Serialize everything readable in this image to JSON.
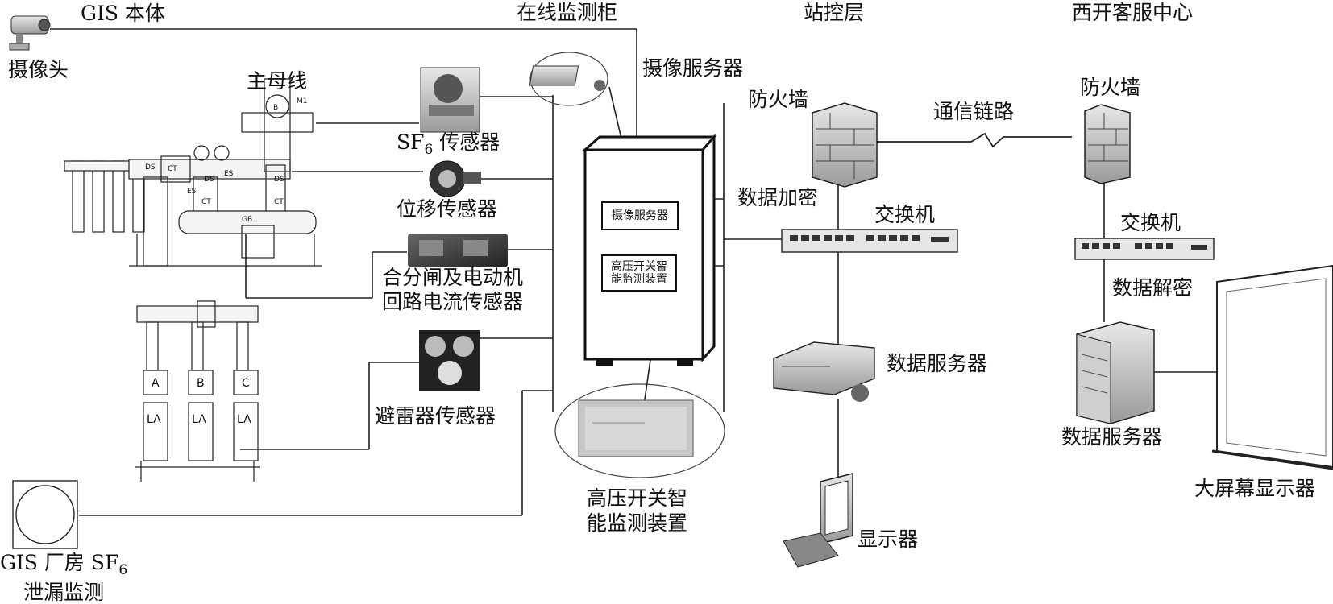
{
  "headers": {
    "gis_body": "GIS 本体",
    "online_cabinet": "在线监测柜",
    "station_control": "站控层",
    "xikai_center": "西开客服中心"
  },
  "labels": {
    "camera": "摄像头",
    "main_bus": "主母线",
    "sf6_sensor_prefix": "SF",
    "sf6_sensor_sub": "6",
    "sf6_sensor_suffix": " 传感器",
    "displacement_sensor": "位移传感器",
    "breaker_sensor_line1": "合分闸及电动机",
    "breaker_sensor_line2": "回路电流传感器",
    "arrester_sensor": "避雷器传感器",
    "gis_leak_line1_prefix": "GIS 厂房 SF",
    "gis_leak_line1_sub": "6",
    "gis_leak_line2": "泄漏监测",
    "camera_server_top": "摄像服务器",
    "camera_server_in_cabinet": "摄像服务器",
    "hv_device_in_cabinet_line1": "高压开关智",
    "hv_device_in_cabinet_line2": "能监测装置",
    "hv_device_bottom_line1": "高压开关智",
    "hv_device_bottom_line2": "能监测装置",
    "firewall_left": "防火墙",
    "firewall_right": "防火墙",
    "comm_link": "通信链路",
    "data_encrypt": "数据加密",
    "switch_left": "交换机",
    "switch_right": "交换机",
    "data_decrypt": "数据解密",
    "data_server_center": "数据服务器",
    "data_server_right": "数据服务器",
    "monitor": "显示器",
    "big_screen": "大屏幕显示器"
  },
  "equipment_marks": {
    "phase_a": "A",
    "phase_b": "B",
    "phase_c": "C",
    "la": "LA",
    "ds": "DS",
    "es": "ES",
    "ct": "CT",
    "gb": "GB",
    "m1": "M1"
  }
}
